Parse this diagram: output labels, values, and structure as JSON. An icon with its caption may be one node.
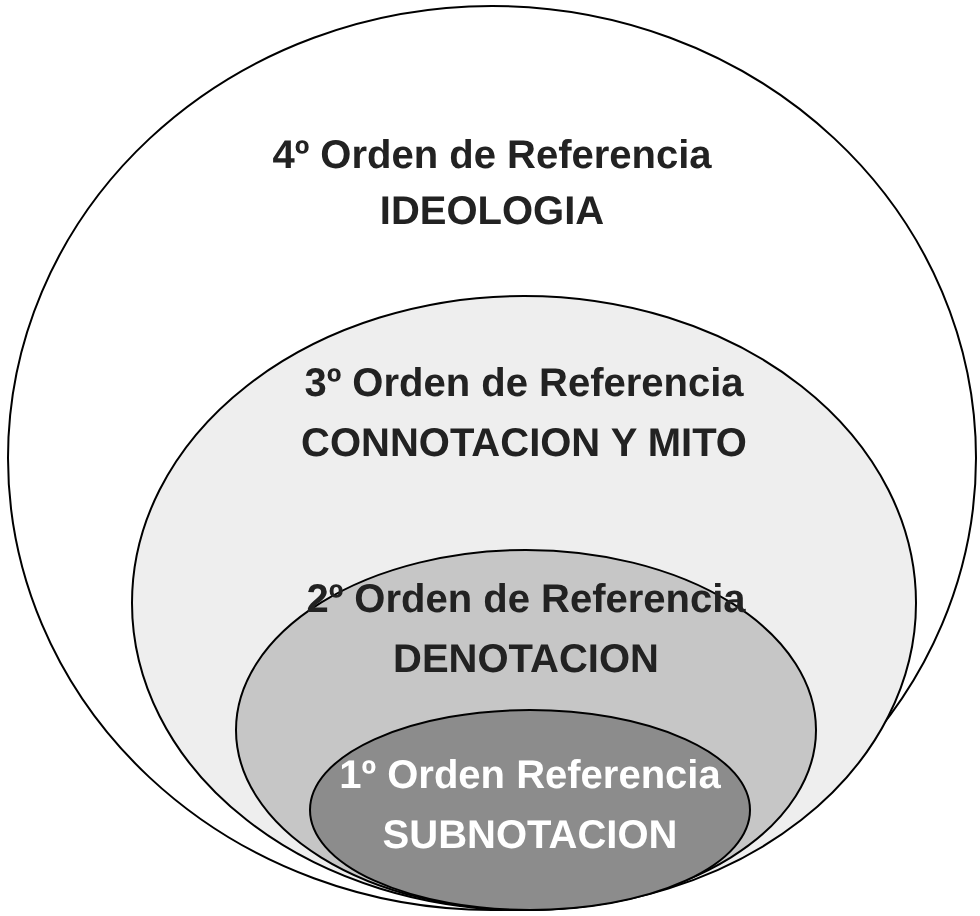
{
  "diagram": {
    "nodes": [
      {
        "text": [
          "4º Orden de Referencia",
          "IDEOLOGIA"
        ]
      },
      {
        "text": [
          "3º Orden de Referencia",
          "CONNOTACION Y MITO"
        ],
        "in": 0
      },
      {
        "text": [
          "2º Orden de Referencia",
          "DENOTACION"
        ],
        "in": 1
      },
      {
        "text": [
          "1º Orden Referencia",
          "SUBNOTACION"
        ],
        "in": 2
      }
    ]
  }
}
